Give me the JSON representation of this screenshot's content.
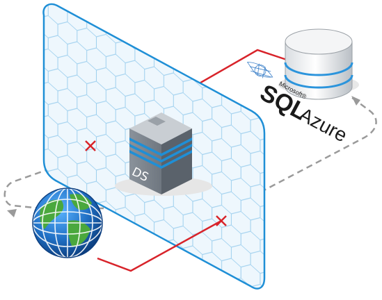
{
  "server": {
    "label": "DS"
  },
  "brand": {
    "vendor": "Microsoft®",
    "product_sql": "SQL",
    "product_azure": "Azure"
  },
  "colors": {
    "panel_stroke": "#1f8fd6",
    "panel_fill": "#eef7fd",
    "hex_grid": "#9dcfee",
    "red_line": "#d8232a",
    "dashed_line": "#9a9a9a",
    "globe_ocean": "#1f6fc4",
    "globe_land": "#4aa83d",
    "cylinder_band": "#2b94dc",
    "server_body": "#8a929b"
  }
}
